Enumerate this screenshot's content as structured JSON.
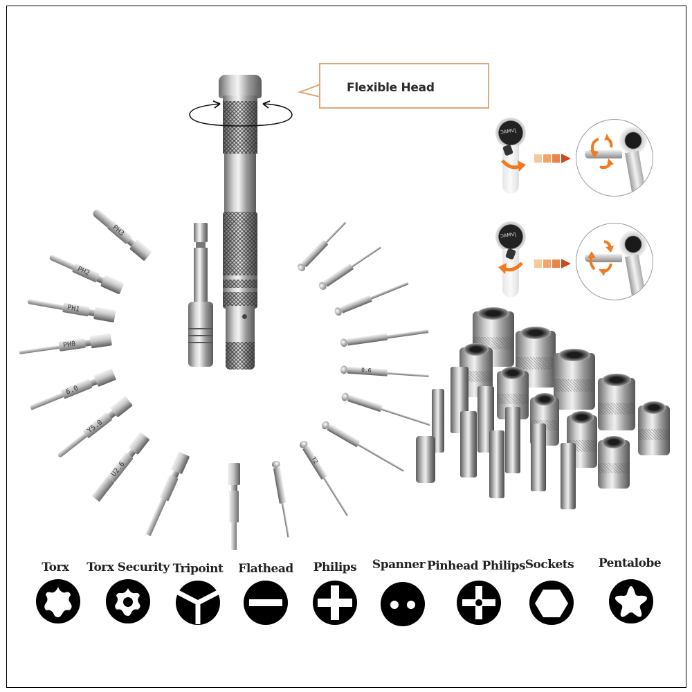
{
  "callout": {
    "label": "Flexible Head",
    "border_color": "#e2a774"
  },
  "screwdriver": {
    "name": "precision-screwdriver-handle",
    "extension_name": "bit-extension-holder"
  },
  "left_bits": [
    {
      "label": "PH3",
      "type": "phillips"
    },
    {
      "label": "PH2",
      "type": "phillips"
    },
    {
      "label": "PH1",
      "type": "phillips"
    },
    {
      "label": "PH0",
      "type": "phillips"
    },
    {
      "label": "6.0",
      "type": "flathead"
    },
    {
      "label": "Y5.0",
      "type": "tripoint"
    },
    {
      "label": "U2.6",
      "type": "spanner"
    },
    {
      "label": "",
      "type": "flathead"
    },
    {
      "label": "",
      "type": "torx"
    }
  ],
  "right_pin_bits": [
    {
      "label": "",
      "type": "pinhead-philips"
    },
    {
      "label": "",
      "type": "pinhead-philips"
    },
    {
      "label": "",
      "type": "flathead"
    },
    {
      "label": "",
      "type": "flathead"
    },
    {
      "label": "0.6",
      "type": "flathead"
    },
    {
      "label": "",
      "type": "pentalobe"
    },
    {
      "label": "",
      "type": "torx"
    },
    {
      "label": "T2",
      "type": "torx"
    },
    {
      "label": "",
      "type": "pentalobe"
    }
  ],
  "ratchet_diagram": {
    "arrow_colors": [
      "#f7c99a",
      "#f2a56b",
      "#e8834a",
      "#cc4a22"
    ],
    "accent": "#f07a1d",
    "brand_mark": "JVMAC"
  },
  "screw_types": [
    {
      "label": "Torx",
      "icon": "torx-icon"
    },
    {
      "label": "Torx Security",
      "icon": "torx-security-icon"
    },
    {
      "label": "Tripoint",
      "icon": "tripoint-icon"
    },
    {
      "label": "Flathead",
      "icon": "flathead-icon"
    },
    {
      "label": "Philips",
      "icon": "philips-icon"
    },
    {
      "label": "Spanner",
      "icon": "spanner-icon"
    },
    {
      "label": "Pinhead Philips",
      "icon": "pinhead-philips-icon"
    },
    {
      "label": "Sockets",
      "icon": "sockets-icon"
    },
    {
      "label": "Pentalobe",
      "icon": "pentalobe-icon"
    }
  ]
}
